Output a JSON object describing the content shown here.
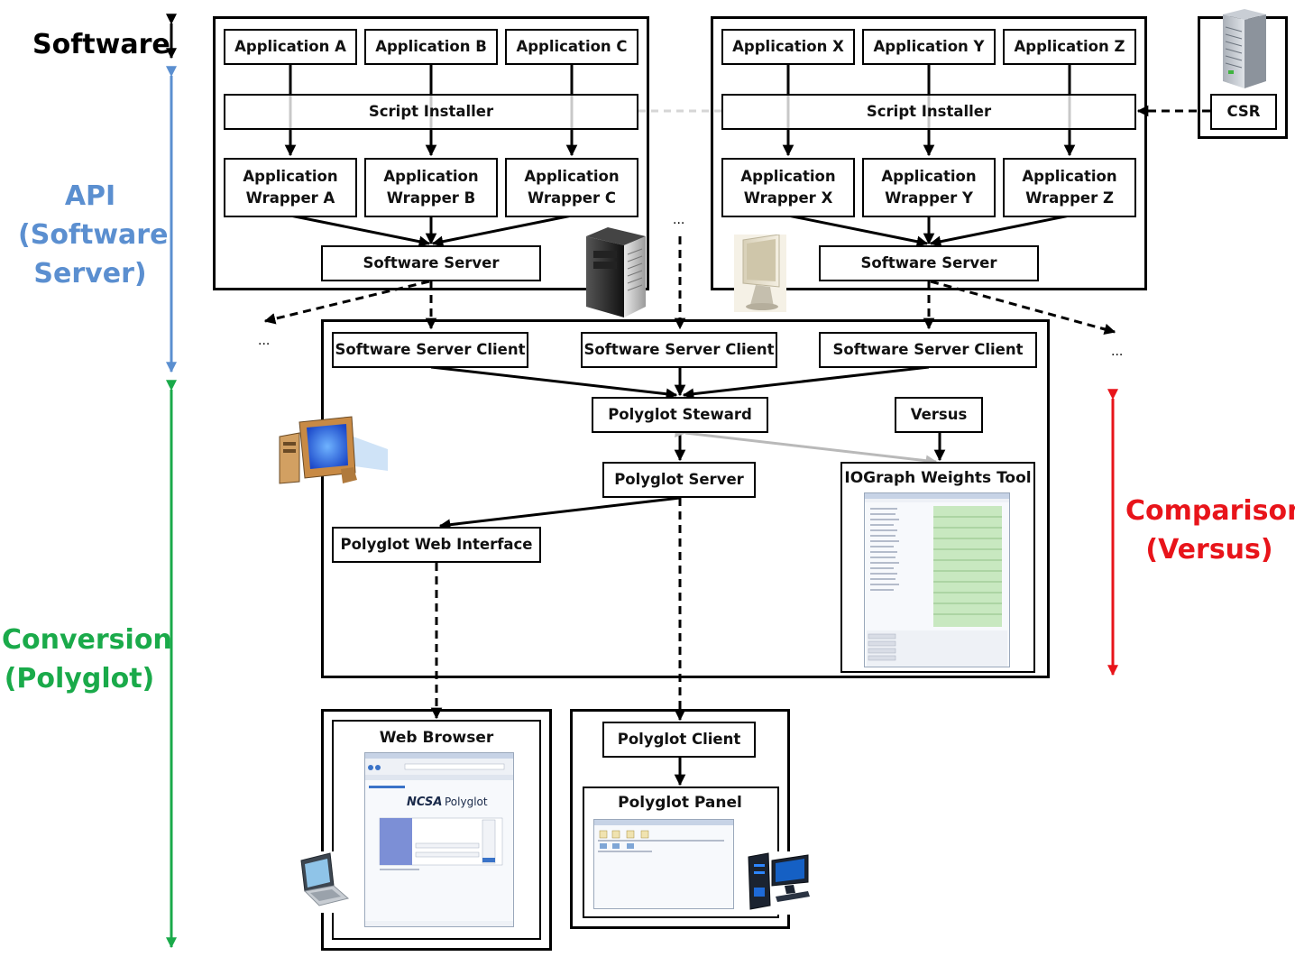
{
  "layers": {
    "software": "Software",
    "api_line1": "API",
    "api_line2": "(Software",
    "api_line3": "Server)",
    "conversion_line1": "Conversion",
    "conversion_line2": "(Polyglot)",
    "comparison_line1": "Comparison",
    "comparison_line2": "(Versus)"
  },
  "colors": {
    "api": "#5b8fd0",
    "conversion": "#1aaa4a",
    "comparison": "#e8141a"
  },
  "left_server": {
    "applications": [
      "Application A",
      "Application B",
      "Application C"
    ],
    "script_installer": "Script Installer",
    "wrappers": [
      [
        "Application",
        "Wrapper A"
      ],
      [
        "Application",
        "Wrapper B"
      ],
      [
        "Application",
        "Wrapper C"
      ]
    ],
    "software_server": "Software Server"
  },
  "right_server": {
    "applications": [
      "Application X",
      "Application Y",
      "Application Z"
    ],
    "script_installer": "Script Installer",
    "wrappers": [
      [
        "Application",
        "Wrapper X"
      ],
      [
        "Application",
        "Wrapper Y"
      ],
      [
        "Application",
        "Wrapper Z"
      ]
    ],
    "software_server": "Software Server"
  },
  "csr": {
    "label": "CSR"
  },
  "polyglot": {
    "clients": [
      "Software Server Client",
      "Software Server Client",
      "Software Server Client"
    ],
    "steward": "Polyglot Steward",
    "versus": "Versus",
    "server": "Polyglot Server",
    "iograph": "IOGraph Weights Tool",
    "web_interface": "Polyglot Web Interface"
  },
  "bottom": {
    "web_browser": "Web Browser",
    "polyglot_client": "Polyglot Client",
    "polyglot_panel": "Polyglot Panel"
  },
  "ellipsis": "..."
}
